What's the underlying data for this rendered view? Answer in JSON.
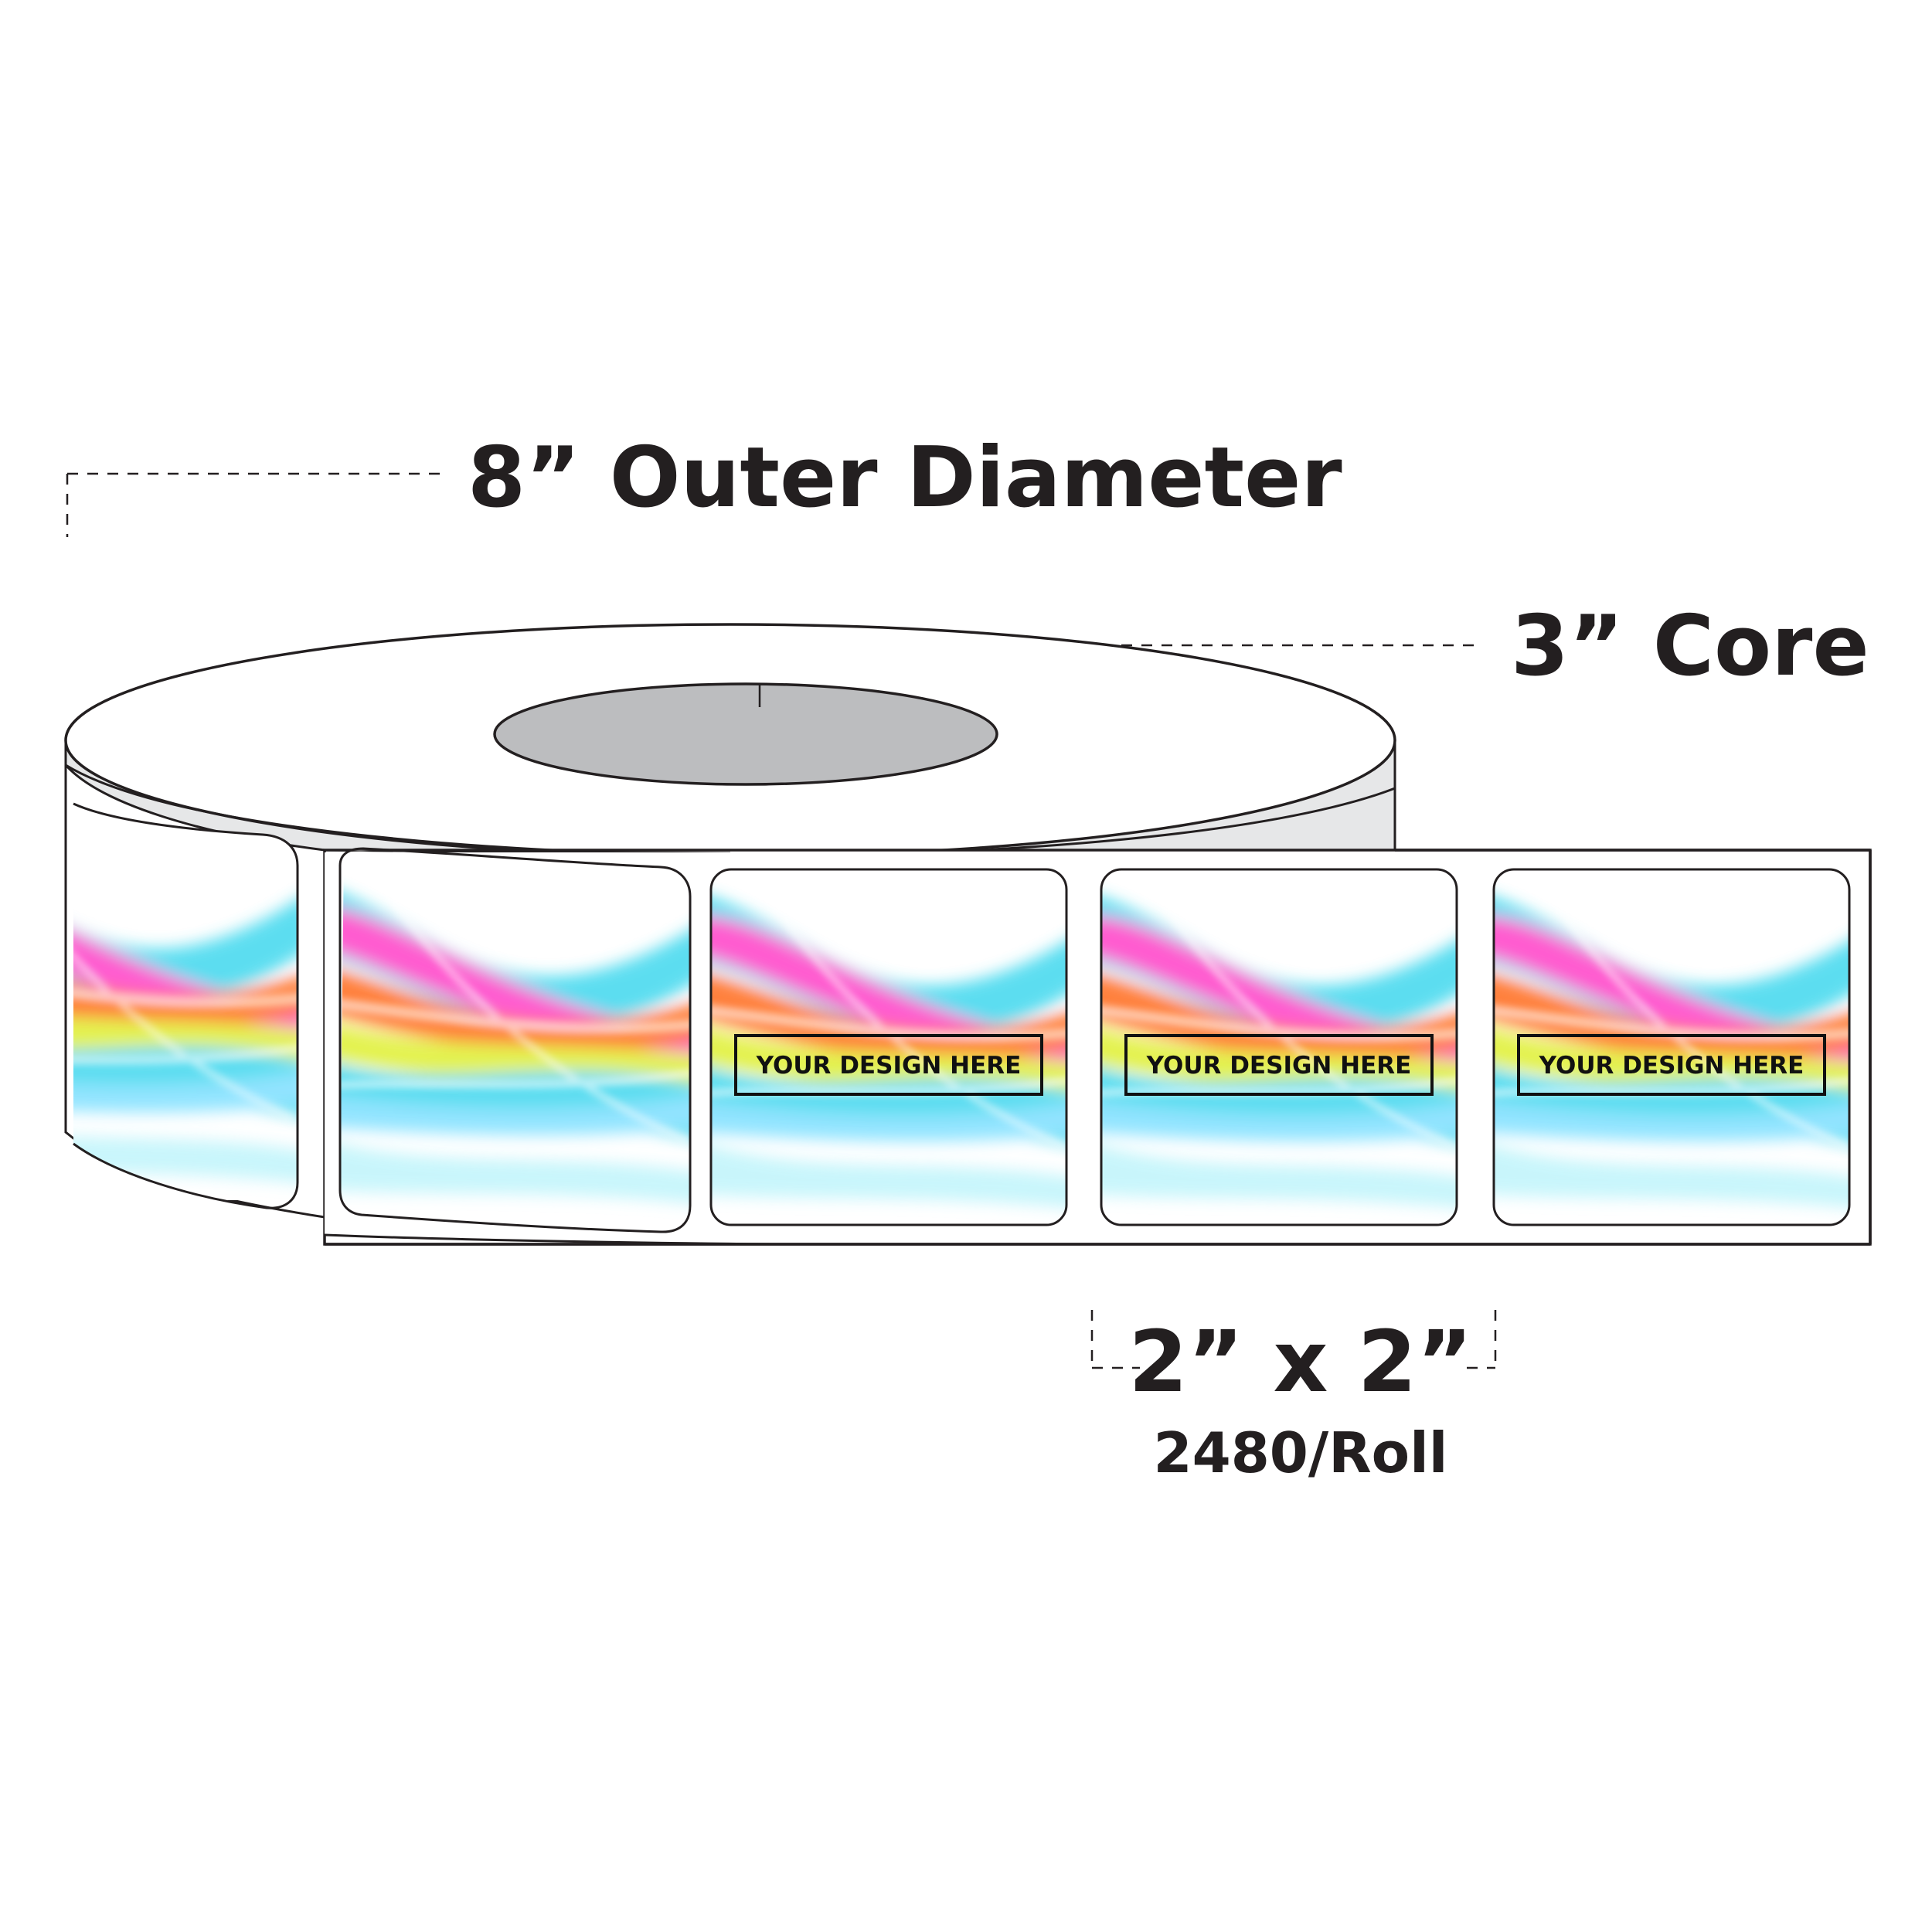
{
  "dimensions": {
    "outer_diameter": "8” Outer Diameter",
    "core": "3” Core",
    "label_size": "2” x 2”",
    "quantity": "2480/Roll"
  },
  "label_placeholder": "YOUR DESIGN HERE",
  "colors": {
    "ink": "#231f20",
    "core_fill": "#bcbdbf",
    "roll_side": "#e6e7e8",
    "wave_cyan": "#3fd8ee",
    "wave_orange": "#ff6a1a",
    "wave_yellow": "#dff032",
    "wave_magenta": "#ff3fc8"
  }
}
